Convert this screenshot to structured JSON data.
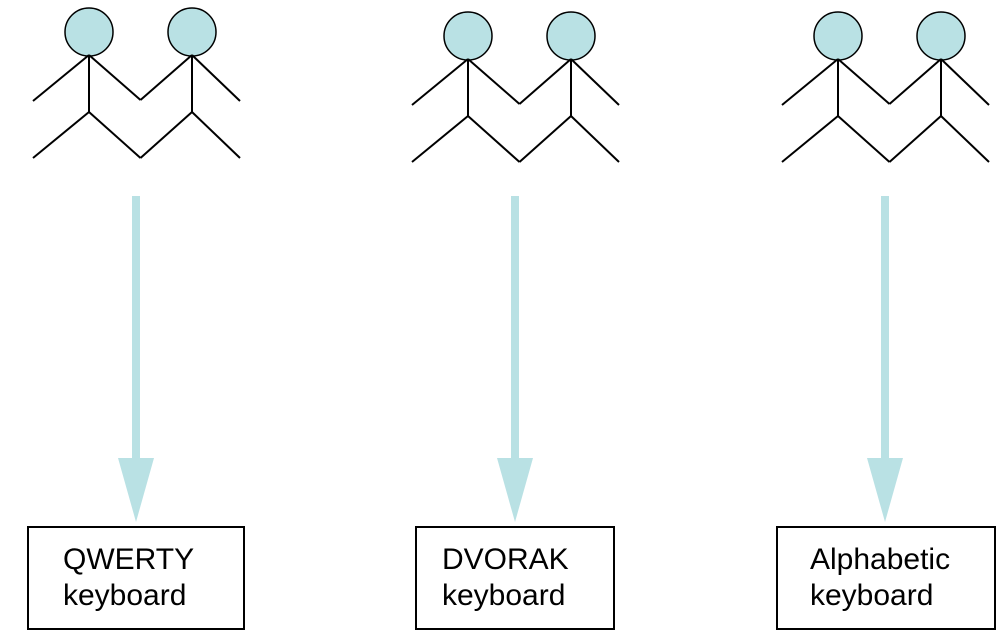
{
  "colors": {
    "head_fill": "#b9e1e4",
    "arrow": "#b9e1e4",
    "line": "#000000"
  },
  "groups": [
    {
      "label_line1": "QWERTY",
      "label_line2": "keyboard",
      "people": 2
    },
    {
      "label_line1": "DVORAK",
      "label_line2": "keyboard",
      "people": 2
    },
    {
      "label_line1": "Alphabetic",
      "label_line2": "keyboard",
      "people": 2
    }
  ]
}
